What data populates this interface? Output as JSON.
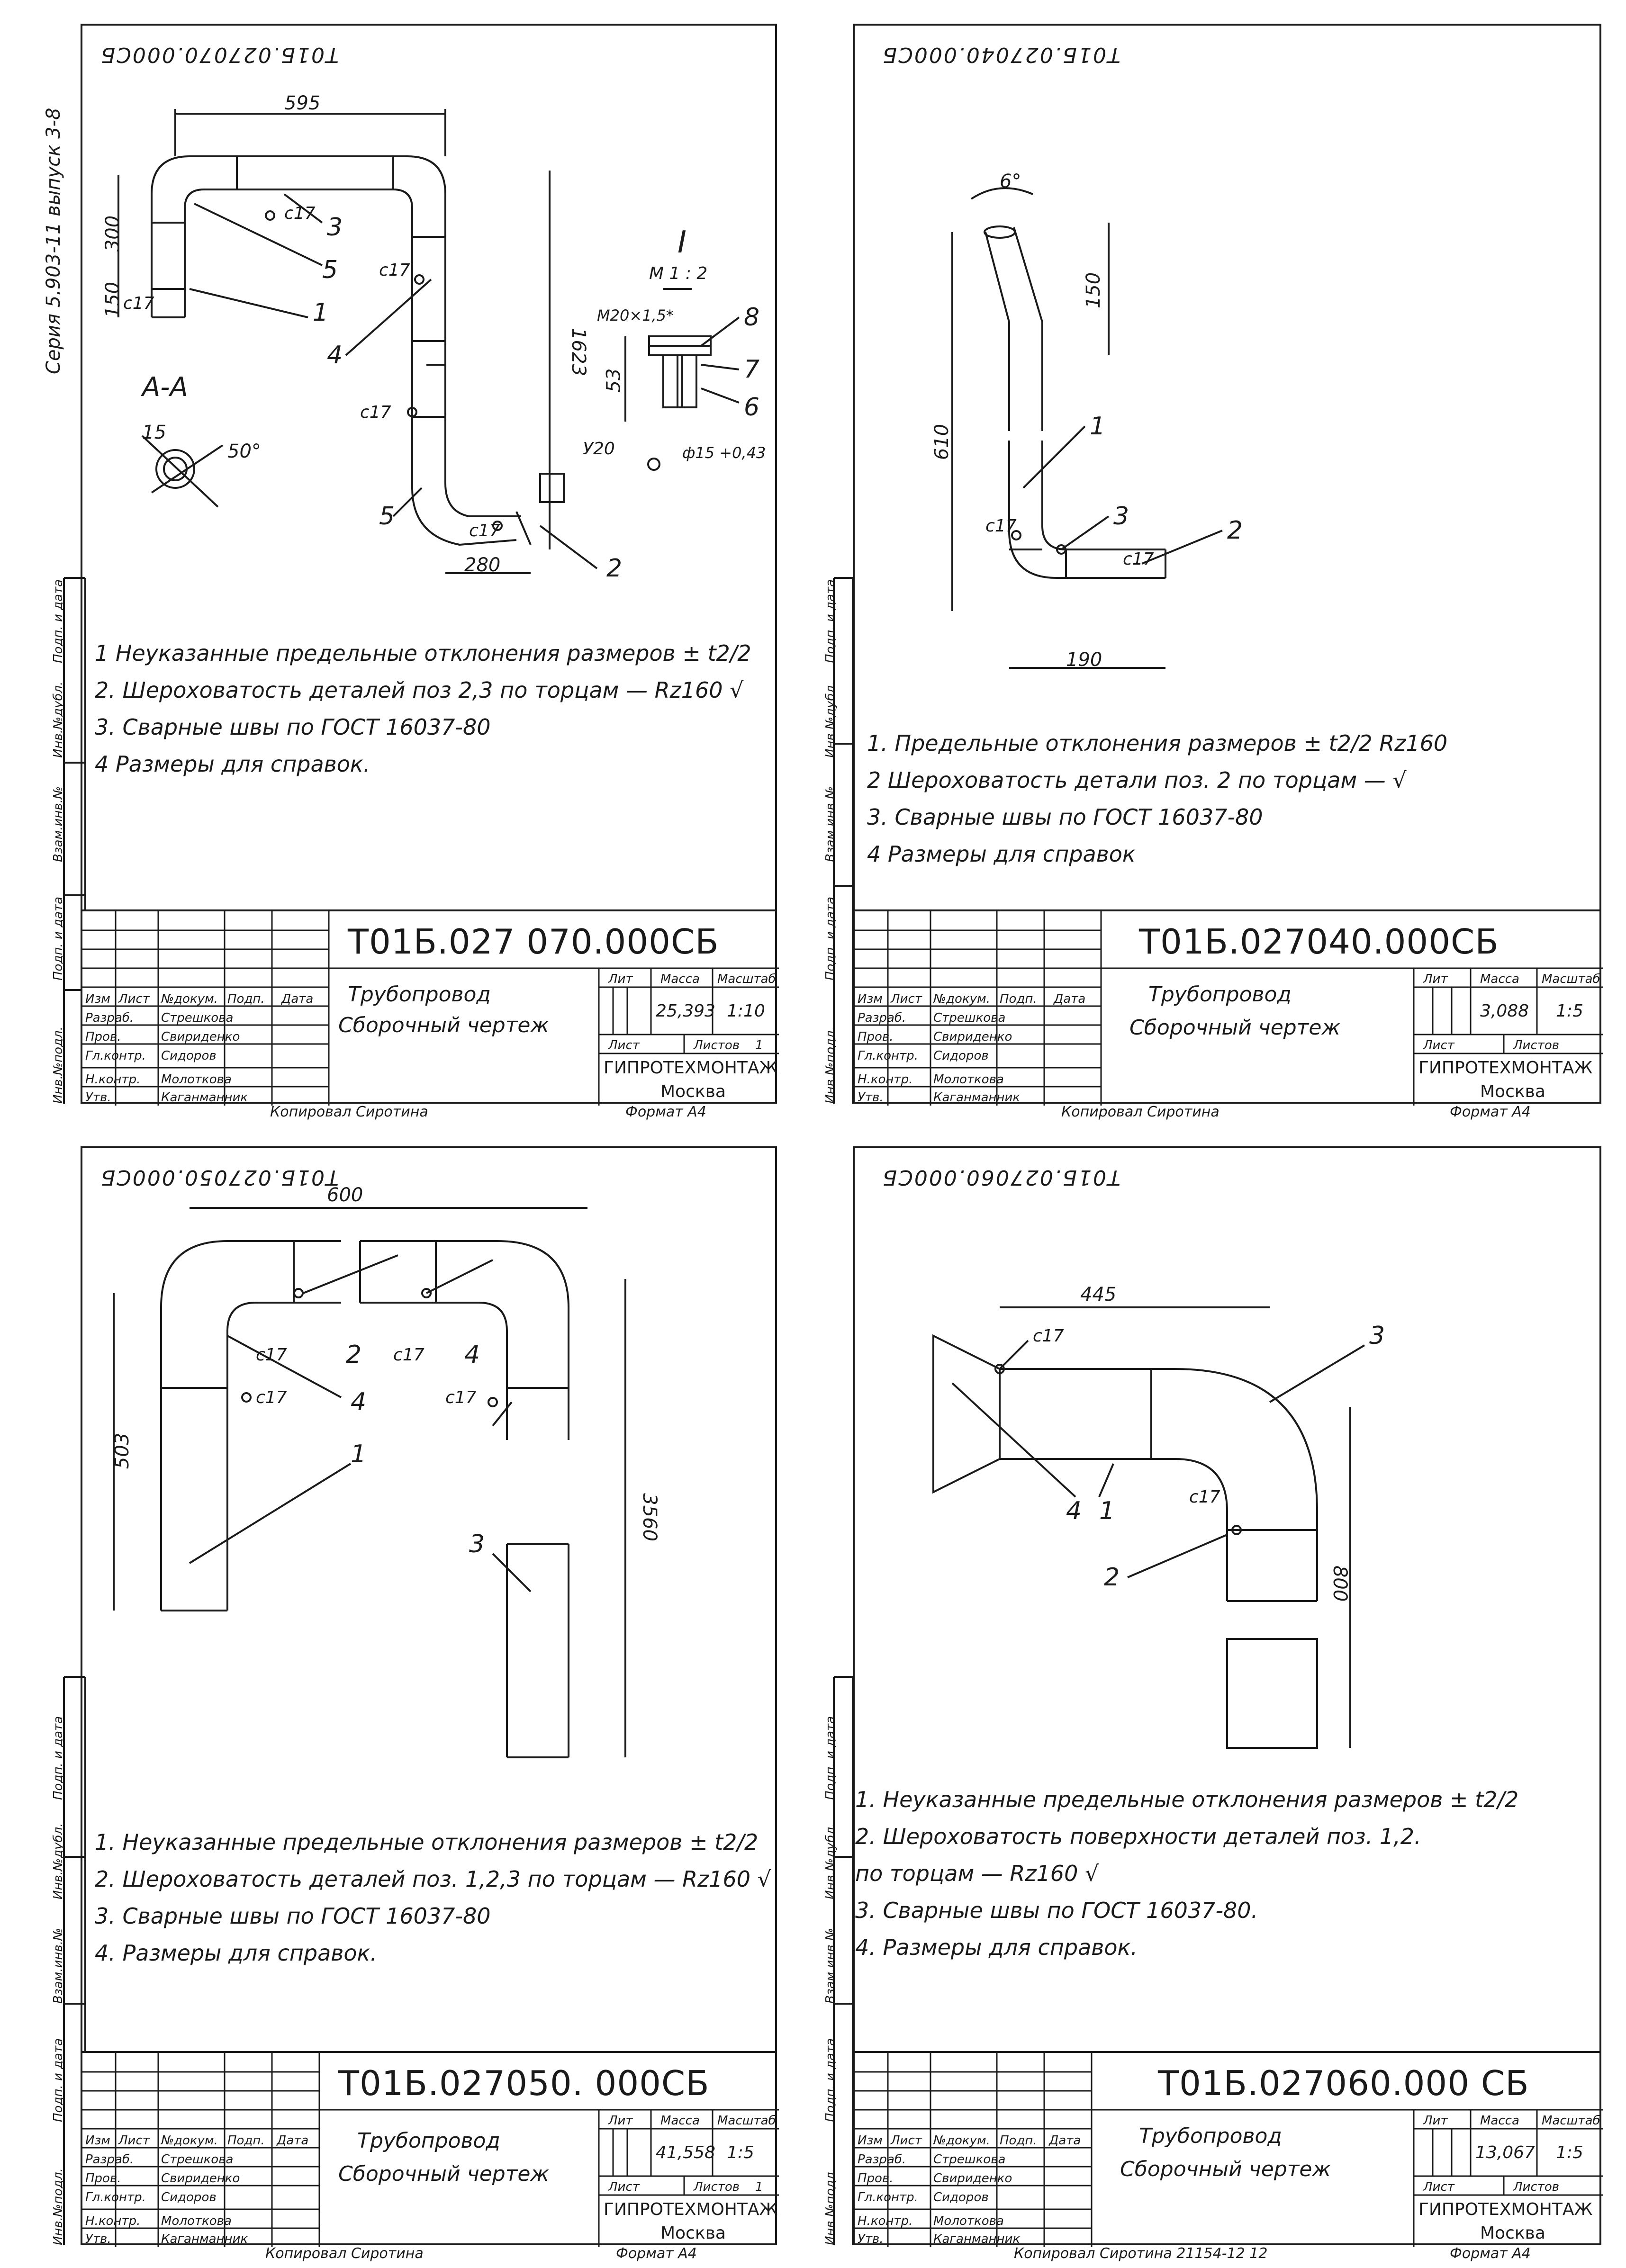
{
  "series_label": "Серия 5.903-11 выпуск 3-8",
  "side_columns": [
    "Инв.№подл.",
    "Подп. и дата",
    "Взам.инв.№",
    "Инв.№дубл.",
    "Подп. и дата"
  ],
  "title_block_headers": {
    "izm": "Изм",
    "list": "Лист",
    "doc_no": "№докум.",
    "podp": "Подп.",
    "data": "Дата",
    "lit": "Лит",
    "massa": "Масса",
    "masshtab": "Масштаб",
    "list2": "Лист",
    "listov": "Листов"
  },
  "roles": {
    "razrab": "Разраб.",
    "prov": "Пров.",
    "nkontr": "Н.контр.",
    "utv": "Утв.",
    "gl_kontr": "Гл.контр."
  },
  "people": {
    "razrab": "Стрешкова",
    "prov": "Свириденко",
    "gl_kontr": "Сидоров",
    "nkontr": "Молоткова",
    "utv": "Каганманник"
  },
  "sheets": [
    {
      "top_code": "Т01Б.027070.000СБ",
      "code": "Т01Б.027 070.000СБ",
      "name_line1": "Трубопровод",
      "name_line2": "Сборочный чертеж",
      "mass": "25,393",
      "scale": "1:10",
      "list_value": "",
      "listov_value": "1",
      "org": "ГИПРОТЕХМОНТАЖ",
      "city": "Москва",
      "copied": "Копировал Сиротина",
      "format": "Формат А4",
      "notes": [
        "1  Неуказанные предельные отклонения размеров ± t2/2",
        "2.  Шероховатость деталей поз 2,3 по торцам — Rz160 √",
        "3.  Сварные швы по ГОСТ 16037-80",
        "4  Размеры для справок."
      ],
      "dims": {
        "d595": "595",
        "d300": "300",
        "d150": "150",
        "d1623": "1623",
        "d280": "280",
        "d53": "53",
        "d50": "50°",
        "d15": "15",
        "d1a": "1:2"
      },
      "labels": {
        "sectionAA": "А-А",
        "viewI": "I",
        "m": "М 1 : 2",
        "thread": "М20×1,5*",
        "y20": "У20",
        "phi": "ф15 +0,43",
        "c17": "с17",
        "A": "А"
      },
      "callouts": [
        "3",
        "5",
        "1",
        "4",
        "5",
        "2",
        "8",
        "7",
        "6"
      ]
    },
    {
      "top_code": "Т01Б.027040.000СБ",
      "code": "Т01Б.027040.000СБ",
      "name_line1": "Трубопровод",
      "name_line2": "Сборочный чертеж",
      "mass": "3,088",
      "scale": "1:5",
      "list_value": "",
      "listov_value": "",
      "org": "ГИПРОТЕХМОНТАЖ",
      "city": "Москва",
      "copied": "Копировал Сиротина",
      "format": "Формат А4",
      "notes": [
        "1.  Предельные отклонения размеров  ± t2/2  Rz160",
        "2   Шероховатость детали поз. 2 по торцам — √",
        "3.  Сварные швы по ГОСТ 16037-80",
        "4   Размеры для справок"
      ],
      "dims": {
        "d6": "6°",
        "d150": "150",
        "d610": "610",
        "d190": "190"
      },
      "labels": {
        "c17": "с17"
      },
      "callouts": [
        "1",
        "3",
        "2"
      ]
    },
    {
      "top_code": "Т01Б.027050.000СБ",
      "code": "Т01Б.027050. 000СБ",
      "name_line1": "Трубопровод",
      "name_line2": "Сборочный чертеж",
      "mass": "41,558",
      "scale": "1:5",
      "list_value": "",
      "listov_value": "1",
      "org": "ГИПРОТЕХМОНТАЖ",
      "city": "Москва",
      "copied": "Копировал Сиротина",
      "format": "Формат А4",
      "notes": [
        "1.  Неуказанные предельные отклонения размеров ± t2/2",
        "2.  Шероховатость деталей поз. 1,2,3 по торцам — Rz160 √",
        "3.  Сварные швы по ГОСТ 16037-80",
        "4.  Размеры для справок."
      ],
      "dims": {
        "d600": "600",
        "d503": "503",
        "d3560": "3560"
      },
      "labels": {
        "c17": "с17"
      },
      "callouts": [
        "2",
        "4",
        "4",
        "1",
        "3"
      ]
    },
    {
      "top_code": "Т01Б.027060.000СБ",
      "code": "Т01Б.027060.000 СБ",
      "name_line1": "Трубопровод",
      "name_line2": "Сборочный чертеж",
      "mass": "13,067",
      "scale": "1:5",
      "list_value": "",
      "listov_value": "",
      "org": "ГИПРОТЕХМОНТАЖ",
      "city": "Москва",
      "copied": "Копировал Сиротина  21154-12  12",
      "format": "Формат А4",
      "notes": [
        "1. Неуказанные предельные отклонения размеров ± t2/2",
        "2. Шероховатость поверхности деталей поз. 1,2.",
        "    по торцам  — Rz160 √",
        "3. Сварные швы по ГОСТ 16037-80.",
        "4. Размеры для справок."
      ],
      "dims": {
        "d445": "445",
        "d800": "800"
      },
      "labels": {
        "c17": "с17"
      },
      "callouts": [
        "3",
        "4",
        "1",
        "2"
      ]
    }
  ]
}
